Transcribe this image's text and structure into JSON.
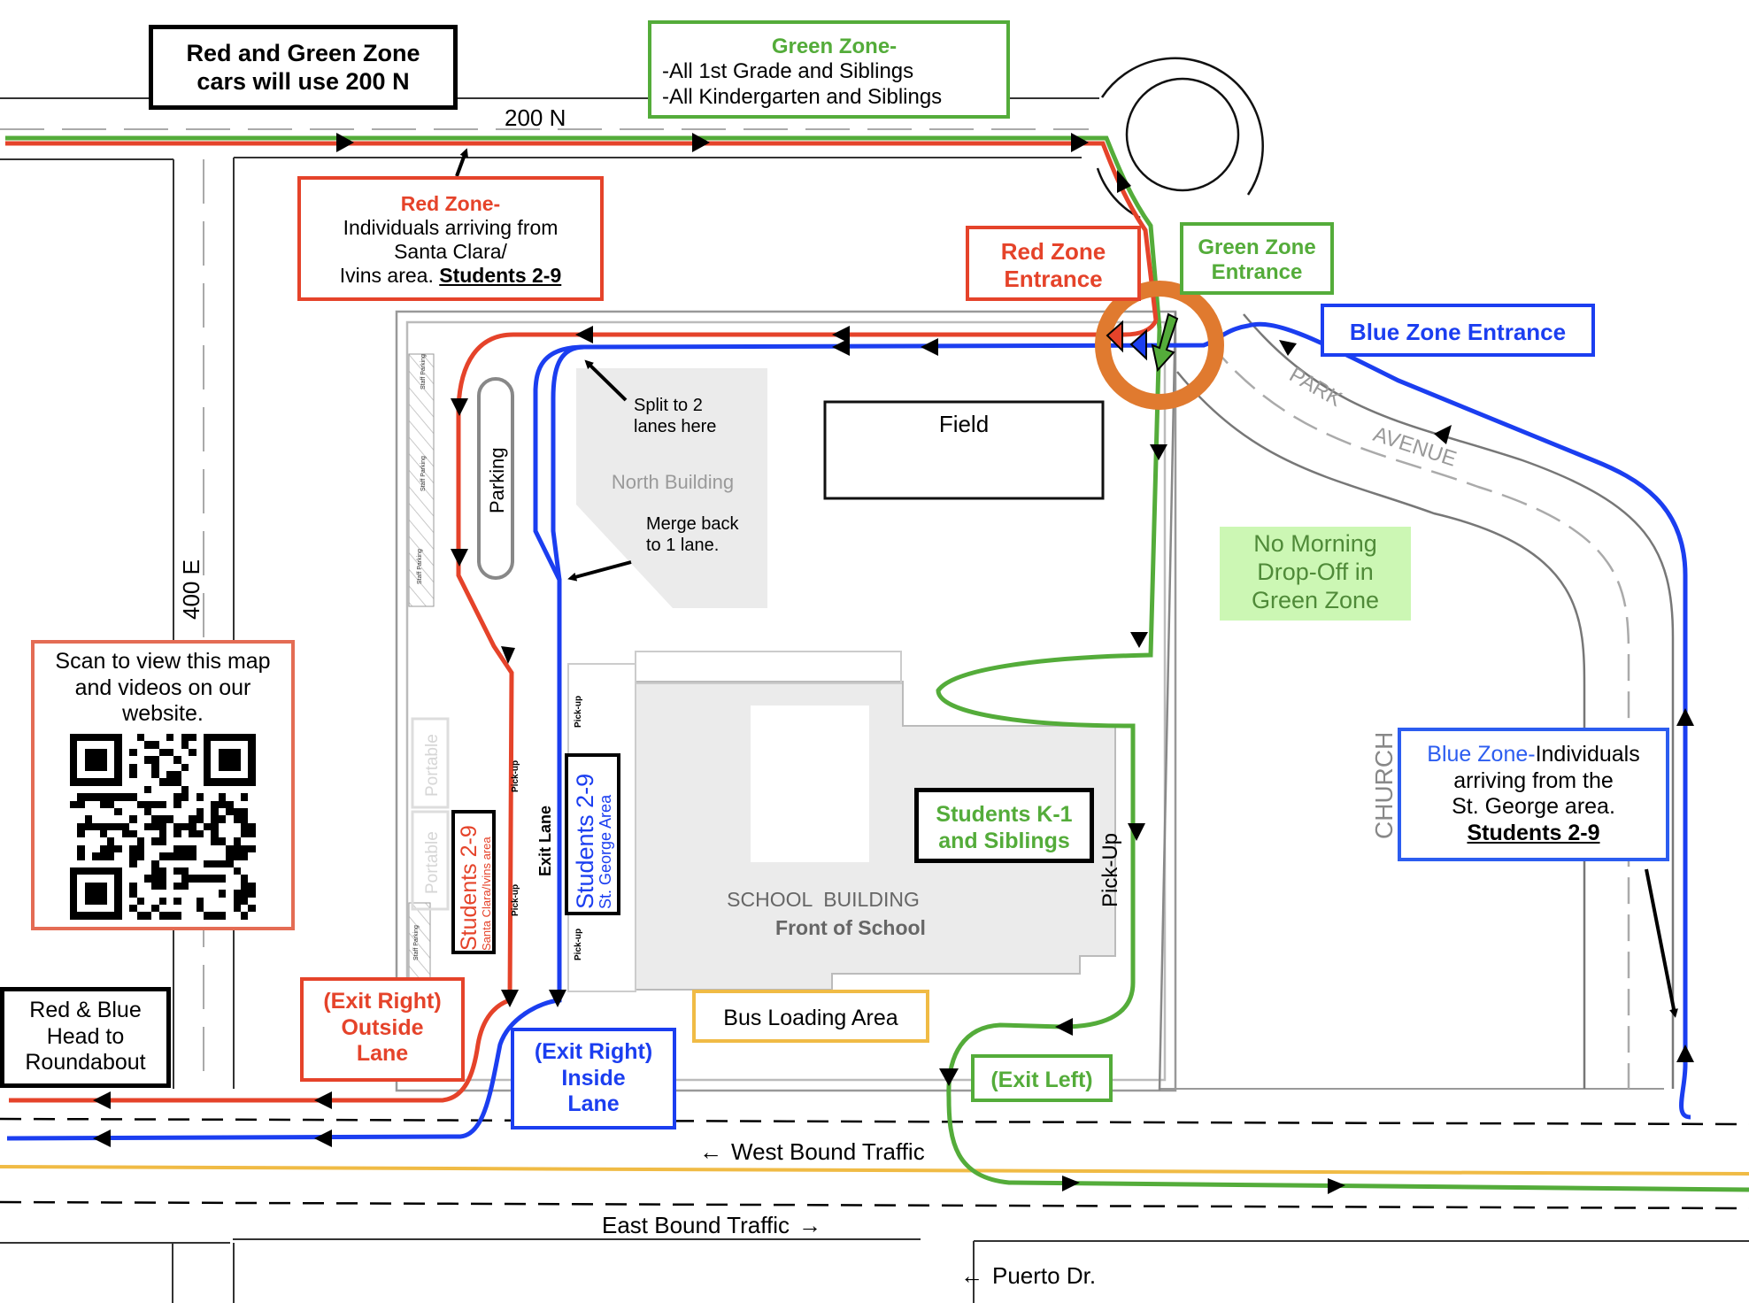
{
  "colors": {
    "red": "#e5432a",
    "green": "#54ac3a",
    "blue": "#1b3ef0",
    "orange": "#e07a2f",
    "yellow": "#f0bb45",
    "gray_building": "#ebebeb",
    "no_dropoff_bg": "#ccf7b4",
    "no_dropoff_text": "#4f8a38"
  },
  "notes": {
    "red_green_200n": [
      "Red and Green Zone",
      "cars will use 200 N"
    ],
    "green_zone": {
      "title": "Green Zone-",
      "lines": [
        "-All 1st Grade and Siblings",
        "-All Kindergarten and Siblings"
      ]
    },
    "red_zone": {
      "title": "Red Zone-",
      "line1": "Individuals arriving from",
      "line2": "Santa Clara/",
      "line3_plain": "Ivins area.",
      "line3_bold": "Students 2-9"
    },
    "red_zone_entrance": [
      "Red Zone",
      "Entrance"
    ],
    "green_zone_entrance": [
      "Green Zone",
      "Entrance"
    ],
    "blue_zone_entrance": "Blue Zone Entrance",
    "split_lanes": [
      "Split to 2",
      "lanes here"
    ],
    "merge_lane": [
      "Merge back",
      "to 1 lane."
    ],
    "no_morning": [
      "No Morning",
      "Drop-Off in",
      "Green Zone"
    ],
    "qr_caption": [
      "Scan to view this map",
      "and videos on our",
      "website."
    ],
    "blue_zone": {
      "title": "Blue Zone-",
      "line1_rest": "Individuals",
      "line2": "arriving from the",
      "line3": "St. George area.",
      "line4_bold": "Students 2-9"
    },
    "students_k1": [
      "Students K-1",
      "and Siblings"
    ],
    "red_students": {
      "main": "Students 2-9",
      "sub": "Santa Clara/Ivins area"
    },
    "blue_students": {
      "main": "Students 2-9",
      "sub": "St. George Area"
    },
    "bus_loading": "Bus Loading Area",
    "red_blue_roundabout": [
      "Red & Blue",
      "Head to",
      "Roundabout"
    ],
    "exit_right_outside": [
      "(Exit Right)",
      "Outside",
      "Lane"
    ],
    "exit_right_inside": [
      "(Exit Right)",
      "Inside",
      "Lane"
    ],
    "exit_left": "(Exit Left)"
  },
  "places": {
    "road_200n": "200 N",
    "road_400e": "400 E",
    "field": "Field",
    "north_building": "North Building",
    "parking": "Parking",
    "staff_parking": "Staff Parking",
    "portable": "Portable",
    "pick_up_small": "Pick-up",
    "pick_up_large": "Pick-Up",
    "exit_lane": "Exit Lane",
    "school_building": "SCHOOL  BUILDING",
    "front_of_school": "Front of School",
    "park_avenue_1": "PARK",
    "park_avenue_2": "AVENUE",
    "church": "CHURCH",
    "west_bound": "West Bound Traffic",
    "east_bound": "East Bound Traffic",
    "puerto_dr": "Puerto Dr."
  },
  "icons": {
    "arrow_left": "←",
    "arrow_right": "→"
  }
}
